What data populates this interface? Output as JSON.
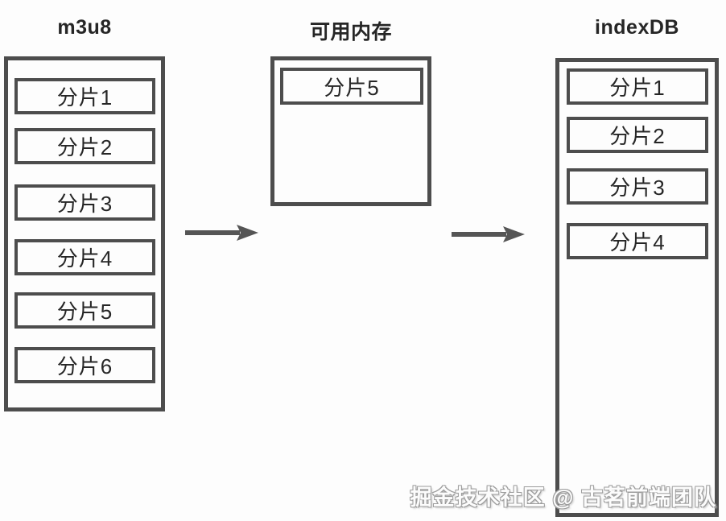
{
  "diagram": {
    "columns": [
      {
        "id": "m3u8",
        "title": "m3u8",
        "slices": [
          "分片1",
          "分片2",
          "分片3",
          "分片4",
          "分片5",
          "分片6"
        ]
      },
      {
        "id": "memory",
        "title": "可用内存",
        "slices": [
          "分片5"
        ]
      },
      {
        "id": "indexdb",
        "title": "indexDB",
        "slices": [
          "分片1",
          "分片2",
          "分片3",
          "分片4"
        ]
      }
    ],
    "arrows": [
      {
        "from": "m3u8",
        "to": "memory",
        "direction": "right"
      },
      {
        "from": "memory",
        "to": "indexdb",
        "direction": "right"
      }
    ],
    "colors": {
      "border": "#4d4d4d",
      "text": "#262626",
      "background": "#fdfdfd",
      "arrow": "#555555"
    },
    "watermark": "掘金技术社区 @ 古茗前端团队"
  }
}
